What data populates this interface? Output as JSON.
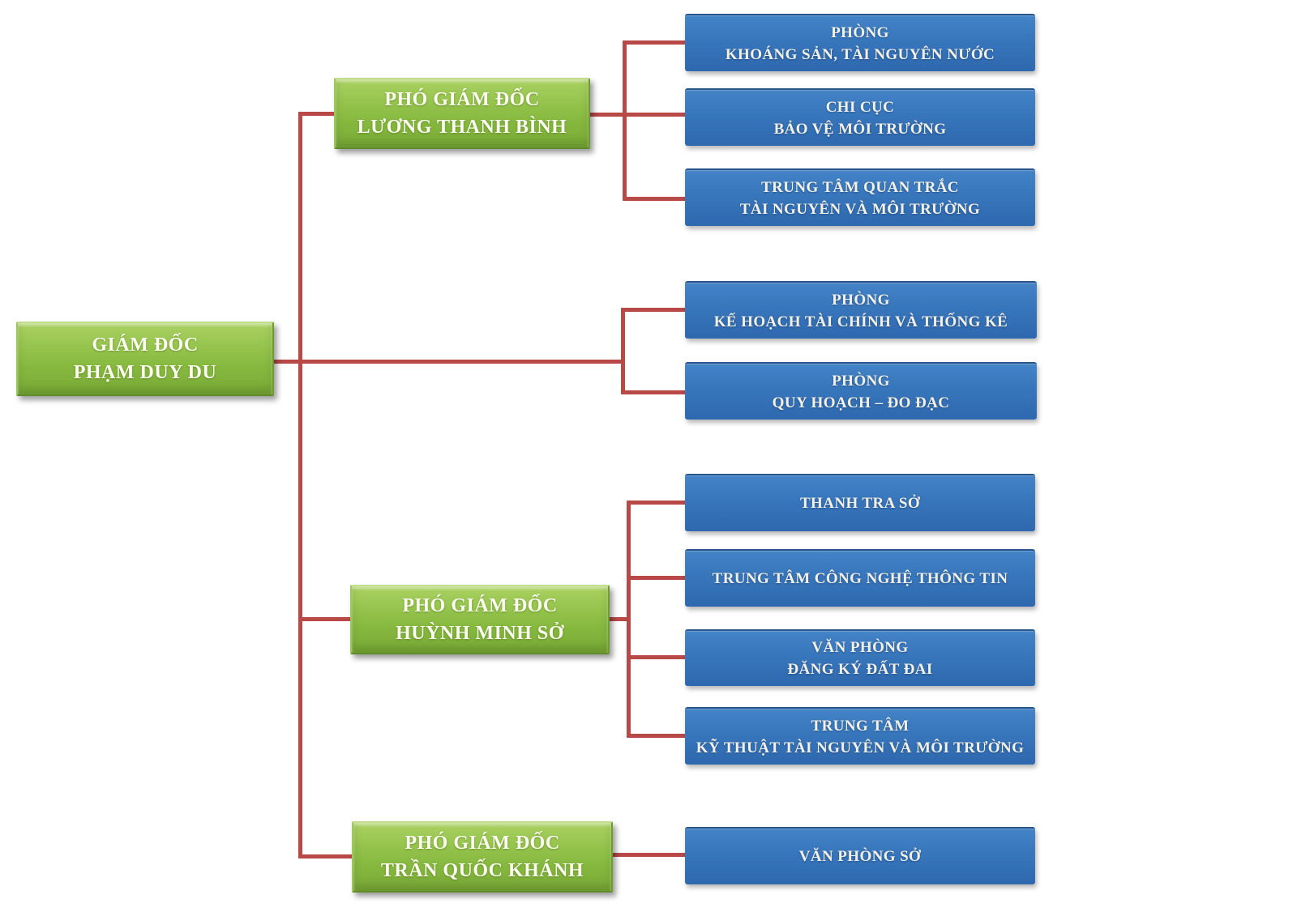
{
  "org_chart": {
    "colors": {
      "manager_fill": "#8abb43",
      "department_fill": "#3876bc",
      "connector": "#b84946",
      "text": "#f6f4ea"
    },
    "nodes": {
      "director": {
        "line1": "GIÁM ĐỐC",
        "line2": "PHẠM DUY DU"
      },
      "deputy1": {
        "line1": "PHÓ GIÁM ĐỐC",
        "line2": "LƯƠNG THANH BÌNH"
      },
      "deputy2": {
        "line1": "PHÓ GIÁM ĐỐC",
        "line2": "HUỲNH MINH SỞ"
      },
      "deputy3": {
        "line1": "PHÓ GIÁM ĐỐC",
        "line2": "TRẦN QUỐC KHÁNH"
      },
      "dept1": {
        "line1": "PHÒNG",
        "line2": "KHOÁNG SẢN, TÀI NGUYÊN NƯỚC"
      },
      "dept2": {
        "line1": "CHI CỤC",
        "line2": "BẢO VỆ MÔI TRƯỜNG"
      },
      "dept3": {
        "line1": "TRUNG TÂM QUAN TRẮC",
        "line2": "TÀI NGUYÊN VÀ MÔI TRƯỜNG"
      },
      "dept4": {
        "line1": "PHÒNG",
        "line2": "KẾ HOẠCH TÀI CHÍNH VÀ THỐNG KÊ"
      },
      "dept5": {
        "line1": "PHÒNG",
        "line2": "QUY HOẠCH – ĐO ĐẠC"
      },
      "dept6": {
        "line1": "THANH TRA SỞ"
      },
      "dept7": {
        "line1": "TRUNG TÂM CÔNG NGHỆ THÔNG TIN"
      },
      "dept8": {
        "line1": "VĂN PHÒNG",
        "line2": "ĐĂNG KÝ ĐẤT ĐAI"
      },
      "dept9": {
        "line1": "TRUNG TÂM",
        "line2": "KỸ THUẬT TÀI NGUYÊN VÀ MÔI TRƯỜNG"
      },
      "dept10": {
        "line1": "VĂN PHÒNG SỞ"
      }
    },
    "edges": [
      {
        "from": "director",
        "to": "deputy1"
      },
      {
        "from": "director",
        "to": "deputy2"
      },
      {
        "from": "director",
        "to": "deputy3"
      },
      {
        "from": "director",
        "to": "dept4"
      },
      {
        "from": "director",
        "to": "dept5"
      },
      {
        "from": "deputy1",
        "to": "dept1"
      },
      {
        "from": "deputy1",
        "to": "dept2"
      },
      {
        "from": "deputy1",
        "to": "dept3"
      },
      {
        "from": "deputy2",
        "to": "dept6"
      },
      {
        "from": "deputy2",
        "to": "dept7"
      },
      {
        "from": "deputy2",
        "to": "dept8"
      },
      {
        "from": "deputy2",
        "to": "dept9"
      },
      {
        "from": "deputy3",
        "to": "dept10"
      }
    ]
  }
}
